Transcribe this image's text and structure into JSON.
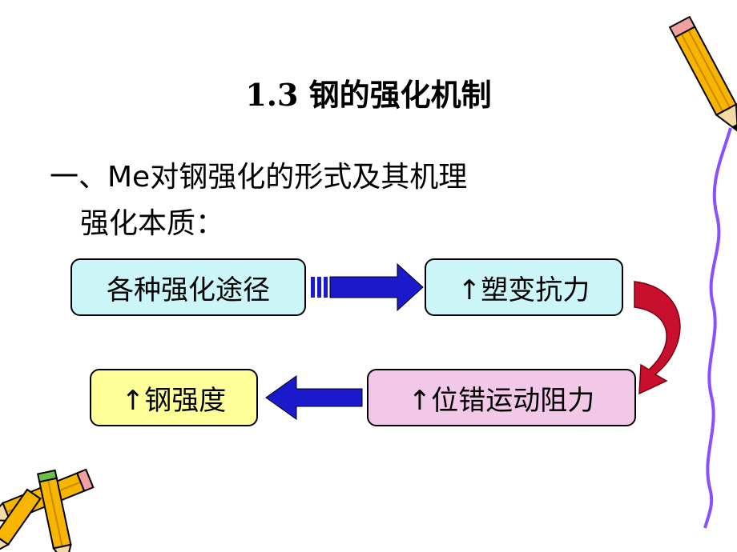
{
  "slide": {
    "title": "1.3  钢的强化机制",
    "heading": "一、Me对钢强化的形式及其机理",
    "subheading": "强化本质："
  },
  "flow": {
    "box1": "各种强化途径",
    "box2": "↑塑变抗力",
    "box3": "↑位错运动阻力",
    "box4": "↑钢强度"
  },
  "colors": {
    "box_blue": "#ccf5f7",
    "box_pink": "#f2c8e8",
    "box_yellow": "#ffff99",
    "arrow_blue": "#1a1acc",
    "arrow_red": "#c8102e",
    "border_line": "#8a4fff"
  }
}
